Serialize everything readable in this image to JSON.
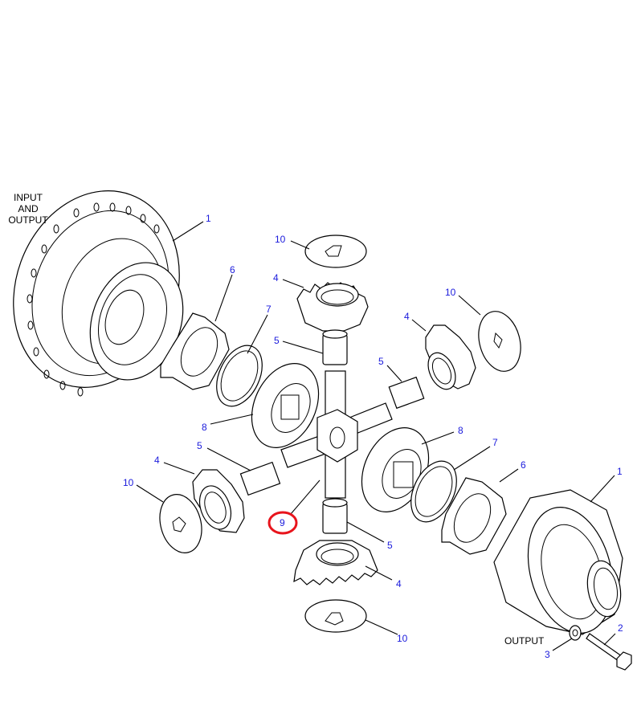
{
  "diagram": {
    "captions": {
      "input_output": [
        "INPUT",
        "AND",
        "OUTPUT"
      ],
      "output": "OUTPUT"
    },
    "callouts": [
      {
        "label": "1",
        "part": "housing-input"
      },
      {
        "label": "10",
        "part": "thrust-washer-top"
      },
      {
        "label": "4",
        "part": "side-gear-top"
      },
      {
        "label": "6",
        "part": "lock-plate-left"
      },
      {
        "label": "7",
        "part": "washer-left"
      },
      {
        "label": "10",
        "part": "thrust-washer-right"
      },
      {
        "label": "4",
        "part": "pinion-gear-right"
      },
      {
        "label": "5",
        "part": "bushing-top"
      },
      {
        "label": "5",
        "part": "bushing-right"
      },
      {
        "label": "8",
        "part": "side-gear-left"
      },
      {
        "label": "8",
        "part": "side-gear-right"
      },
      {
        "label": "5",
        "part": "bushing-left"
      },
      {
        "label": "7",
        "part": "washer-right"
      },
      {
        "label": "6",
        "part": "lock-plate-right"
      },
      {
        "label": "4",
        "part": "pinion-gear-left"
      },
      {
        "label": "10",
        "part": "thrust-washer-left"
      },
      {
        "label": "9",
        "part": "spider",
        "highlighted": true
      },
      {
        "label": "5",
        "part": "bushing-bottom"
      },
      {
        "label": "1",
        "part": "housing-output"
      },
      {
        "label": "4",
        "part": "pinion-gear-bottom"
      },
      {
        "label": "2",
        "part": "bolt"
      },
      {
        "label": "10",
        "part": "thrust-washer-bottom"
      },
      {
        "label": "3",
        "part": "washer-bolt"
      }
    ],
    "highlight_color": "#e8141c",
    "callout_color": "#1a1adc"
  }
}
